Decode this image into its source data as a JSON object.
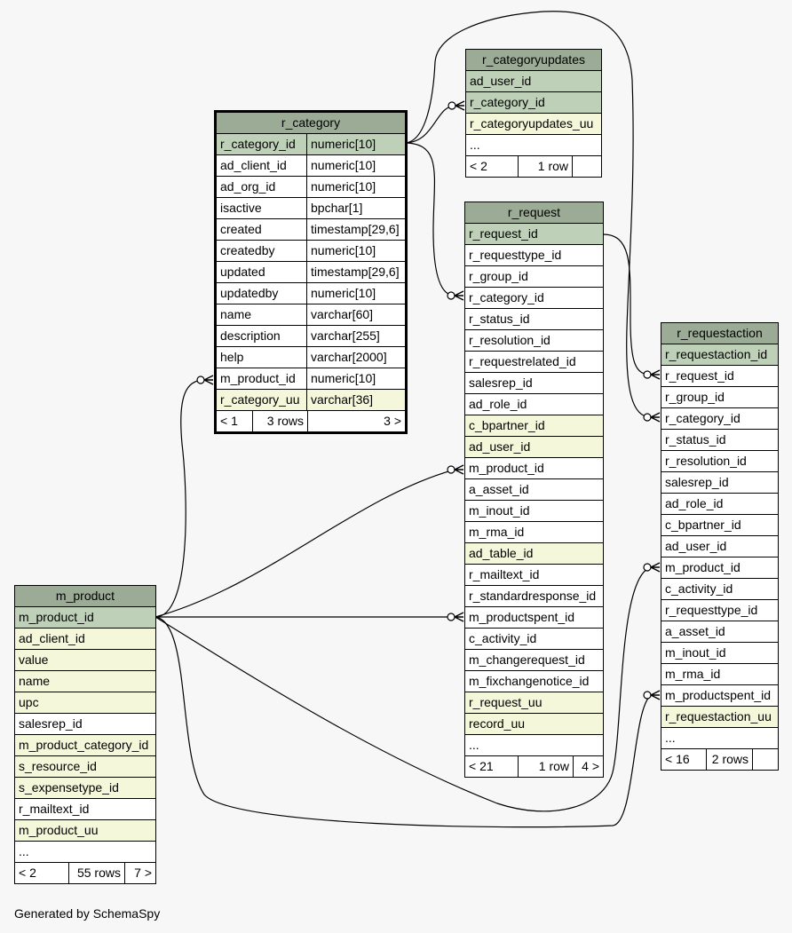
{
  "footer": "Generated by SchemaSpy",
  "colors": {
    "background": "#f7f7f7",
    "header": "#9bab96",
    "primary_key": "#bed1b8",
    "foreign_key": "#f4f7da",
    "plain": "#ffffff"
  },
  "tables": {
    "r_categoryupdates": {
      "name": "r_categoryupdates",
      "rows": [
        {
          "col": "ad_user_id",
          "kind": "pk"
        },
        {
          "col": "r_category_id",
          "kind": "pk"
        },
        {
          "col": "r_categoryupdates_uu",
          "kind": "fk"
        },
        {
          "col": "...",
          "kind": "plain"
        }
      ],
      "footer": {
        "parents": "< 2",
        "rows": "1 row",
        "children": ""
      }
    },
    "r_category": {
      "name": "r_category",
      "rows": [
        {
          "col": "r_category_id",
          "type": "numeric[10]",
          "kind": "pk"
        },
        {
          "col": "ad_client_id",
          "type": "numeric[10]",
          "kind": "plain"
        },
        {
          "col": "ad_org_id",
          "type": "numeric[10]",
          "kind": "plain"
        },
        {
          "col": "isactive",
          "type": "bpchar[1]",
          "kind": "plain"
        },
        {
          "col": "created",
          "type": "timestamp[29,6]",
          "kind": "plain"
        },
        {
          "col": "createdby",
          "type": "numeric[10]",
          "kind": "plain"
        },
        {
          "col": "updated",
          "type": "timestamp[29,6]",
          "kind": "plain"
        },
        {
          "col": "updatedby",
          "type": "numeric[10]",
          "kind": "plain"
        },
        {
          "col": "name",
          "type": "varchar[60]",
          "kind": "plain"
        },
        {
          "col": "description",
          "type": "varchar[255]",
          "kind": "plain"
        },
        {
          "col": "help",
          "type": "varchar[2000]",
          "kind": "plain"
        },
        {
          "col": "m_product_id",
          "type": "numeric[10]",
          "kind": "plain"
        },
        {
          "col": "r_category_uu",
          "type": "varchar[36]",
          "kind": "fk"
        }
      ],
      "footer": {
        "parents": "< 1",
        "rows": "3 rows",
        "children": "3 >"
      }
    },
    "r_request": {
      "name": "r_request",
      "rows": [
        {
          "col": "r_request_id",
          "kind": "pk"
        },
        {
          "col": "r_requesttype_id",
          "kind": "plain"
        },
        {
          "col": "r_group_id",
          "kind": "plain"
        },
        {
          "col": "r_category_id",
          "kind": "plain"
        },
        {
          "col": "r_status_id",
          "kind": "plain"
        },
        {
          "col": "r_resolution_id",
          "kind": "plain"
        },
        {
          "col": "r_requestrelated_id",
          "kind": "plain"
        },
        {
          "col": "salesrep_id",
          "kind": "plain"
        },
        {
          "col": "ad_role_id",
          "kind": "plain"
        },
        {
          "col": "c_bpartner_id",
          "kind": "fk"
        },
        {
          "col": "ad_user_id",
          "kind": "fk"
        },
        {
          "col": "m_product_id",
          "kind": "plain"
        },
        {
          "col": "a_asset_id",
          "kind": "plain"
        },
        {
          "col": "m_inout_id",
          "kind": "plain"
        },
        {
          "col": "m_rma_id",
          "kind": "plain"
        },
        {
          "col": "ad_table_id",
          "kind": "fk"
        },
        {
          "col": "r_mailtext_id",
          "kind": "plain"
        },
        {
          "col": "r_standardresponse_id",
          "kind": "plain"
        },
        {
          "col": "m_productspent_id",
          "kind": "plain"
        },
        {
          "col": "c_activity_id",
          "kind": "plain"
        },
        {
          "col": "m_changerequest_id",
          "kind": "plain"
        },
        {
          "col": "m_fixchangenotice_id",
          "kind": "plain"
        },
        {
          "col": "r_request_uu",
          "kind": "fk"
        },
        {
          "col": "record_uu",
          "kind": "fk"
        },
        {
          "col": "...",
          "kind": "plain"
        }
      ],
      "footer": {
        "parents": "< 21",
        "rows": "1 row",
        "children": "4 >"
      }
    },
    "r_requestaction": {
      "name": "r_requestaction",
      "rows": [
        {
          "col": "r_requestaction_id",
          "kind": "pk"
        },
        {
          "col": "r_request_id",
          "kind": "plain"
        },
        {
          "col": "r_group_id",
          "kind": "plain"
        },
        {
          "col": "r_category_id",
          "kind": "plain"
        },
        {
          "col": "r_status_id",
          "kind": "plain"
        },
        {
          "col": "r_resolution_id",
          "kind": "plain"
        },
        {
          "col": "salesrep_id",
          "kind": "plain"
        },
        {
          "col": "ad_role_id",
          "kind": "plain"
        },
        {
          "col": "c_bpartner_id",
          "kind": "plain"
        },
        {
          "col": "ad_user_id",
          "kind": "plain"
        },
        {
          "col": "m_product_id",
          "kind": "plain"
        },
        {
          "col": "c_activity_id",
          "kind": "plain"
        },
        {
          "col": "r_requesttype_id",
          "kind": "plain"
        },
        {
          "col": "a_asset_id",
          "kind": "plain"
        },
        {
          "col": "m_inout_id",
          "kind": "plain"
        },
        {
          "col": "m_rma_id",
          "kind": "plain"
        },
        {
          "col": "m_productspent_id",
          "kind": "plain"
        },
        {
          "col": "r_requestaction_uu",
          "kind": "fk"
        },
        {
          "col": "...",
          "kind": "plain"
        }
      ],
      "footer": {
        "parents": "< 16",
        "rows": "2 rows",
        "children": ""
      }
    },
    "m_product": {
      "name": "m_product",
      "rows": [
        {
          "col": "m_product_id",
          "kind": "pk"
        },
        {
          "col": "ad_client_id",
          "kind": "fk"
        },
        {
          "col": "value",
          "kind": "fk"
        },
        {
          "col": "name",
          "kind": "fk"
        },
        {
          "col": "upc",
          "kind": "fk"
        },
        {
          "col": "salesrep_id",
          "kind": "plain"
        },
        {
          "col": "m_product_category_id",
          "kind": "fk"
        },
        {
          "col": "s_resource_id",
          "kind": "fk"
        },
        {
          "col": "s_expensetype_id",
          "kind": "fk"
        },
        {
          "col": "r_mailtext_id",
          "kind": "plain"
        },
        {
          "col": "m_product_uu",
          "kind": "fk"
        },
        {
          "col": "...",
          "kind": "plain"
        }
      ],
      "footer": {
        "parents": "< 2",
        "rows": "55 rows",
        "children": "7 >"
      }
    }
  }
}
